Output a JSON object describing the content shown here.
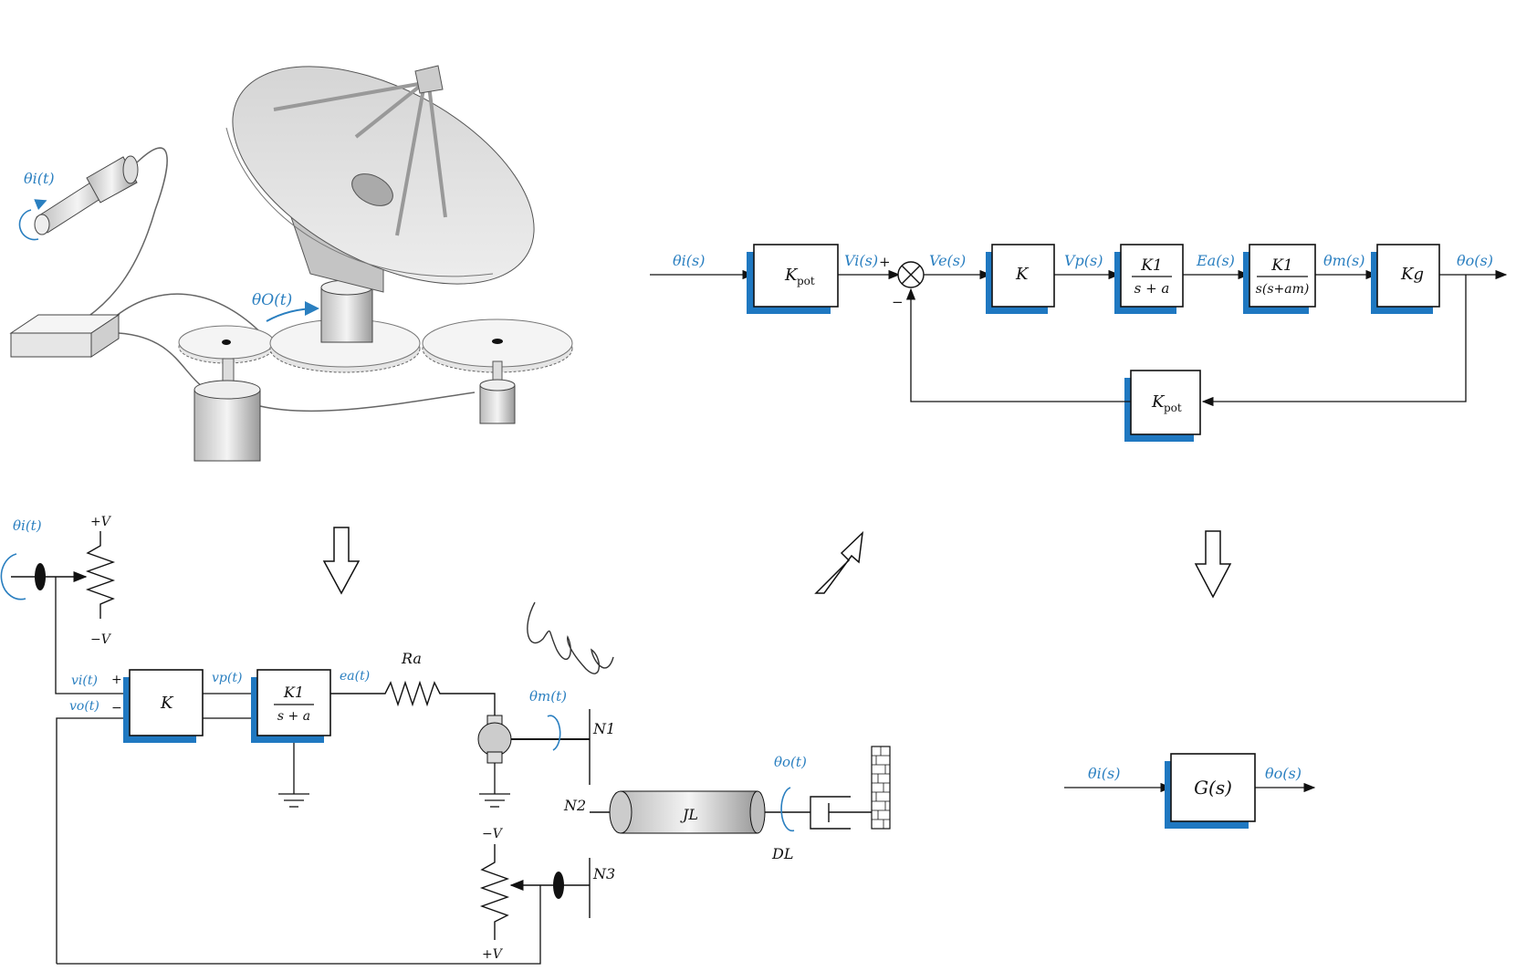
{
  "colors": {
    "accent": "#2a7fc0",
    "shadow": "#1f78c1",
    "line": "#111111"
  },
  "antenna_sketch": {
    "input_angle": "θi(t)",
    "output_angle": "θO(t)"
  },
  "block_diagram": {
    "input": "θi(s)",
    "kpot_in": {
      "main": "K",
      "sub": "pot"
    },
    "vi": "Vi(s)",
    "plus": "+",
    "minus": "−",
    "ve": "Ve(s)",
    "k": "K",
    "vp": "Vp(s)",
    "preamp": {
      "num": "K1",
      "den": "s + a"
    },
    "ea": "Ea(s)",
    "motor": {
      "num": "K1",
      "den": "s(s+am)"
    },
    "thetam": "θm(s)",
    "kg": "Kg",
    "output": "θo(s)",
    "kpot_fb": {
      "main": "K",
      "sub": "pot"
    }
  },
  "schematic": {
    "input_angle": "θi(t)",
    "pot_top": "+V",
    "pot_bottom": "−V",
    "vi": "vi(t)",
    "vo": "vo(t)",
    "plus": "+",
    "minus": "−",
    "k": "K",
    "vp": "vp(t)",
    "preamp": {
      "num": "K1",
      "den": "s + a"
    },
    "ea": "ea(t)",
    "ra": "Ra",
    "thetam": "θm(t)",
    "n1": "N1",
    "n2": "N2",
    "n3": "N3",
    "jl": "JL",
    "thetao": "θo(t)",
    "dl": "DL",
    "pot2_top": "−V",
    "pot2_bottom": "+V"
  },
  "simplified": {
    "input": "θi(s)",
    "block": "G(s)",
    "output": "θo(s)"
  }
}
